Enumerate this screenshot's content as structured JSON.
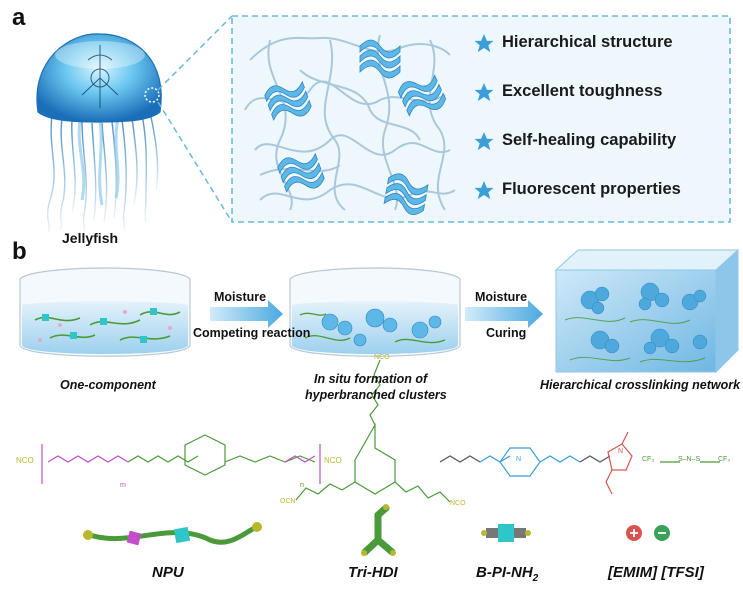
{
  "panel_a": {
    "label": "a",
    "organism_label": "Jellyfish",
    "features": [
      "Hierarchical structure",
      "Excellent toughness",
      "Self-healing capability",
      "Fluorescent properties"
    ]
  },
  "panel_b": {
    "label": "b",
    "stages": [
      {
        "caption_lines": [
          "One-component"
        ]
      },
      {
        "caption_lines": [
          "In situ formation of",
          "hyperbranched clusters"
        ]
      },
      {
        "caption_lines": [
          "Hierarchical crosslinking network"
        ]
      }
    ],
    "arrows": [
      {
        "top_label": "Moisture",
        "bottom_label": "Competing reaction"
      },
      {
        "top_label": "Moisture",
        "bottom_label": "Curing"
      }
    ],
    "components": [
      {
        "name": "NPU",
        "sublabel": ""
      },
      {
        "name": "Tri-HDI",
        "sublabel": ""
      },
      {
        "name": "B-PI-NH",
        "sublabel": "2"
      },
      {
        "name": "[EMIM] [TFSI]",
        "sublabel": ""
      }
    ],
    "chem_text": {
      "npu_end_left": "NCO",
      "npu_end_right": "NCO",
      "npu_index_m": "m",
      "npu_index_n": "n",
      "hdi_top": "NCO",
      "hdi_left": "OCN",
      "hdi_right": "NCO",
      "tfsi_left": "CF₃",
      "tfsi_mid": "S–N–S",
      "tfsi_right": "CF₃",
      "emim_n": "N",
      "pi_n": "N"
    }
  },
  "colors": {
    "accent_blue": "#3a9fd8",
    "ribbon_blue": "#5db8e8",
    "dashed_border": "#6ab8de",
    "box_bg": "#eef7fc",
    "chain_green": "#4a9a3a",
    "cyan_block": "#2fc6c9",
    "magenta_block": "#c24fc8",
    "npu_yellow": "#b8b830"
  }
}
